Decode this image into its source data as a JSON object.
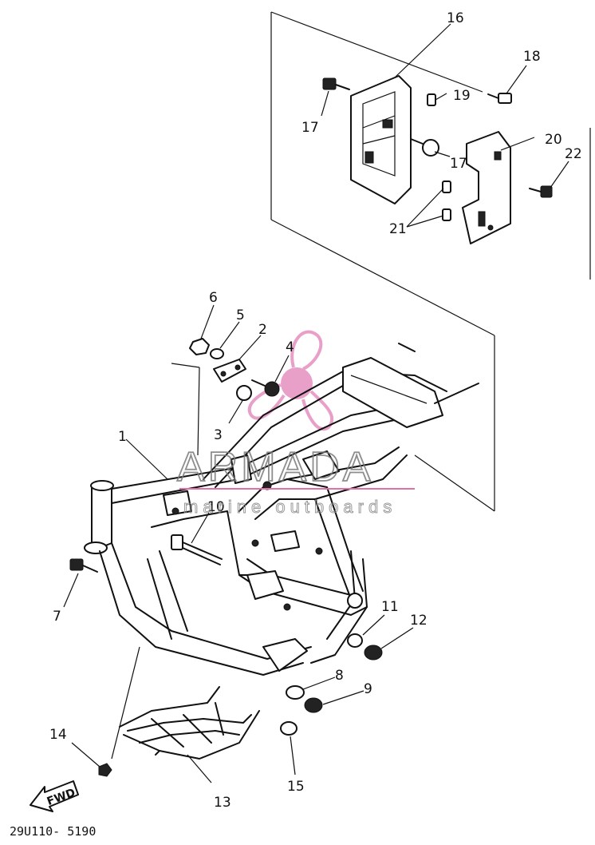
{
  "watermark": {
    "brand": "ARMADA",
    "tagline": "marine outboards",
    "logo_color": "#e8a0c8",
    "line_color": "#e070a8"
  },
  "direction_arrow": {
    "label": "FWD"
  },
  "diagram_code": "29U110- 5190",
  "callouts": {
    "c1": "1",
    "c2": "2",
    "c3": "3",
    "c4": "4",
    "c5": "5",
    "c6": "6",
    "c7": "7",
    "c8": "8",
    "c9": "9",
    "c10": "10",
    "c11": "11",
    "c12": "12",
    "c13": "13",
    "c14": "14",
    "c15": "15",
    "c16": "16",
    "c17a": "17",
    "c17b": "17",
    "c18": "18",
    "c19": "19",
    "c20": "20",
    "c21": "21",
    "c22": "22"
  }
}
